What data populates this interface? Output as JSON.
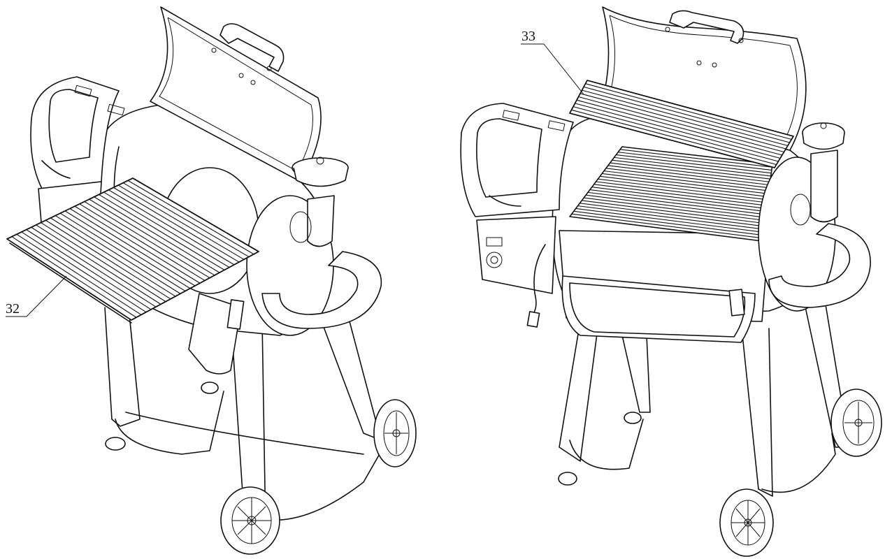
{
  "figure": {
    "panels": [
      {
        "id": "left",
        "callout": {
          "number": "32",
          "part": "grate"
        }
      },
      {
        "id": "right",
        "callout": {
          "number": "33",
          "part": "warming-rack"
        }
      }
    ],
    "colors": {
      "line": "#111111",
      "background": "#ffffff"
    }
  }
}
